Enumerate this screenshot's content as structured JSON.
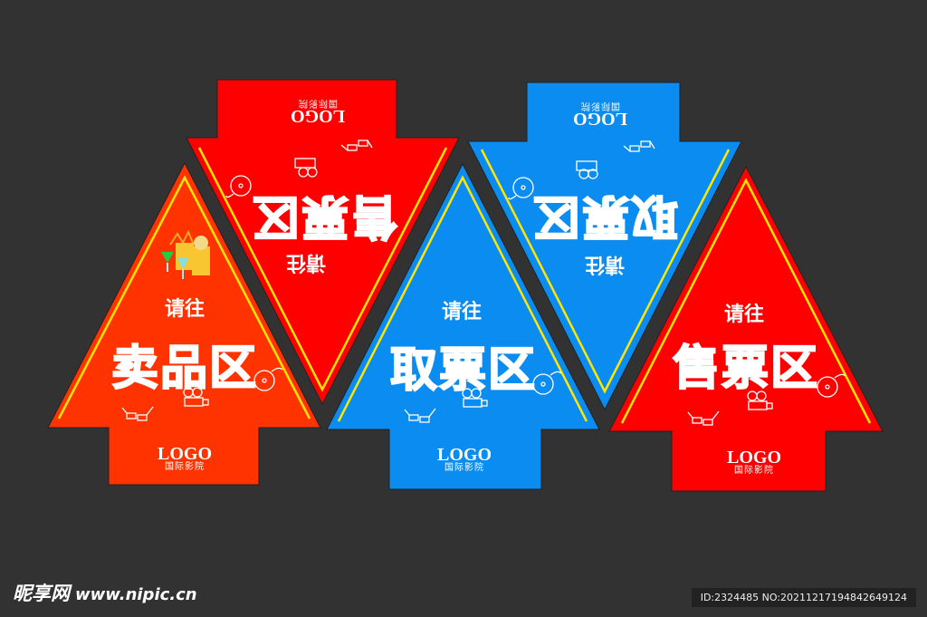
{
  "colors": {
    "background": "#323232",
    "orange_red": "#ff3300",
    "red": "#ff0000",
    "blue": "#0a8cf0",
    "border_yellow": "#ffe600",
    "text": "#ffffff"
  },
  "signs": [
    {
      "id": "sell",
      "direction": "up",
      "color": "#ff3300",
      "go": "请往",
      "zone": "卖品区",
      "logo": "LOGO",
      "logo_sub": "国际影院",
      "icons": [
        "snacks-popcorn-drinks-icon",
        "film-reel-icon",
        "movie-camera-icon",
        "3d-glasses-icon"
      ]
    },
    {
      "id": "ticket-sale-flipped",
      "direction": "down",
      "color": "#ff0000",
      "go": "请往",
      "zone": "售票区",
      "logo": "LOGO",
      "logo_sub": "国际影院",
      "icons": [
        "film-reel-icon",
        "movie-camera-icon",
        "3d-glasses-icon"
      ]
    },
    {
      "id": "ticket-pickup",
      "direction": "up",
      "color": "#0a8cf0",
      "go": "请往",
      "zone": "取票区",
      "logo": "LOGO",
      "logo_sub": "国际影院",
      "icons": [
        "film-reel-icon",
        "movie-camera-icon",
        "3d-glasses-icon"
      ]
    },
    {
      "id": "ticket-pickup-flipped",
      "direction": "down",
      "color": "#0a8cf0",
      "go": "请往",
      "zone": "取票区",
      "logo": "LOGO",
      "logo_sub": "国际影院",
      "icons": [
        "film-reel-icon",
        "movie-camera-icon",
        "3d-glasses-icon"
      ]
    },
    {
      "id": "ticket-sale",
      "direction": "up",
      "color": "#ff0000",
      "go": "请往",
      "zone": "售票区",
      "logo": "LOGO",
      "logo_sub": "国际影院",
      "icons": [
        "film-reel-icon",
        "movie-camera-icon",
        "3d-glasses-icon"
      ]
    }
  ],
  "watermark": {
    "cn": "昵享网",
    "url": "www.nipic.cn"
  },
  "id_bar": "ID:2324485 NO:20211217194842649124"
}
